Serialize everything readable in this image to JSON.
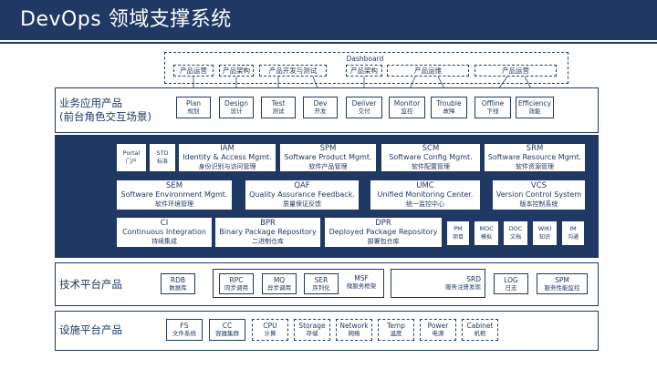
{
  "header": {
    "title": "DevOps 领域支撑系统"
  },
  "dashboard": {
    "label": "Dashboard",
    "categories": [
      "产品运营",
      "产品架构",
      "产品开发与测试",
      "产品架构",
      "产品运维",
      "产品运营"
    ]
  },
  "sections": {
    "business": "业务应用产品",
    "business_sub": "(前台角色交互场景)",
    "tech": "技术平台产品",
    "infra": "设施平台产品"
  },
  "stages": [
    {
      "en": "Plan",
      "zh": "规划"
    },
    {
      "en": "Design",
      "zh": "设计"
    },
    {
      "en": "Test",
      "zh": "测试"
    },
    {
      "en": "Dev",
      "zh": "开发"
    },
    {
      "en": "Deliver",
      "zh": "交付"
    },
    {
      "en": "Monitor",
      "zh": "监控"
    },
    {
      "en": "Trouble",
      "zh": "故障"
    },
    {
      "en": "Offline",
      "zh": "下线"
    },
    {
      "en": "Efficiency",
      "zh": "效能"
    }
  ],
  "platform": {
    "row1": [
      {
        "t1": "Portal",
        "t2": "门户"
      },
      {
        "t1": "STD",
        "t2": "标准"
      },
      {
        "t1": "IAM",
        "t2": "Identity & Access Mgmt.",
        "t3": "身份识别与访问管理"
      },
      {
        "t1": "SPM",
        "t2": "Software Product Mgmt.",
        "t3": "软件产品管理"
      },
      {
        "t1": "SCM",
        "t2": "Software Config Mgmt.",
        "t3": "软件配置管理"
      },
      {
        "t1": "SRM",
        "t2": "Software Resource Mgmt.",
        "t3": "软件资源管理"
      }
    ],
    "row2": [
      {
        "t1": "SEM",
        "t2": "Software Environment Mgmt.",
        "t3": "软件环境管理"
      },
      {
        "t1": "QAF",
        "t2": "Quality Assurance Feedback.",
        "t3": "质量保证反馈"
      },
      {
        "t1": "UMC",
        "t2": "Unified Monitoring Center.",
        "t3": "统一监控中心"
      },
      {
        "t1": "VCS",
        "t2": "Version Control System",
        "t3": "版本控制系统"
      }
    ],
    "row3": [
      {
        "t1": "CI",
        "t2": "Continuous Integration",
        "t3": "持续集成"
      },
      {
        "t1": "BPR",
        "t2": "Binary Package Repository",
        "t3": "二进制仓库"
      },
      {
        "t1": "DPR",
        "t2": "Deployed Package Repository",
        "t3": "部署包仓库"
      },
      {
        "t1": "PM",
        "t2": "项目"
      },
      {
        "t1": "MOC",
        "t2": "模拟"
      },
      {
        "t1": "DOC",
        "t2": "文档"
      },
      {
        "t1": "WIKI",
        "t2": "知识"
      },
      {
        "t1": "IM",
        "t2": "沟通"
      }
    ]
  },
  "tech_items": [
    {
      "en": "RDB",
      "zh": "数据库"
    },
    {
      "en": "RPC",
      "zh": "同步调用"
    },
    {
      "en": "MQ",
      "zh": "异步调用"
    },
    {
      "en": "SER",
      "zh": "序列化"
    },
    {
      "en": "MSF",
      "zh": "微服务框架"
    },
    {
      "en": "SRD",
      "zh": "服务注册发现"
    },
    {
      "en": "LOG",
      "zh": "日志"
    },
    {
      "en": "SPM",
      "zh": "服务性能监控"
    }
  ],
  "infra_items": [
    {
      "en": "FS",
      "zh": "文件系统"
    },
    {
      "en": "CC",
      "zh": "容器集群"
    },
    {
      "en": "CPU",
      "zh": "计算"
    },
    {
      "en": "Storage",
      "zh": "存储"
    },
    {
      "en": "Network",
      "zh": "网络"
    },
    {
      "en": "Temp",
      "zh": "温度"
    },
    {
      "en": "Power",
      "zh": "电源"
    },
    {
      "en": "Cabinet",
      "zh": "机柜"
    }
  ],
  "colors": {
    "primary": "#1f3864",
    "background": "#ffffff"
  }
}
